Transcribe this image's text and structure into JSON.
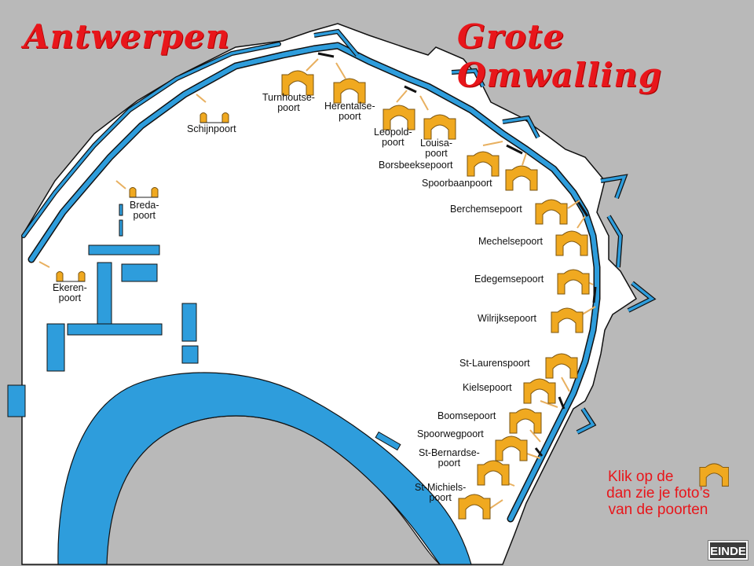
{
  "header": {
    "title_left": "Antwerpen",
    "title_right": "Grote Omwalling"
  },
  "colors": {
    "background": "#b9b9b9",
    "land": "#ffffff",
    "water": "#2e9ddc",
    "gate_icon": "#f0a920",
    "title": "#e8161b",
    "arrow": "#e8b060"
  },
  "gates": [
    {
      "id": "schijnpoort",
      "label_line1": "Schijnpoort",
      "label_line2": "",
      "icon": "twin-pillar-gate-icon"
    },
    {
      "id": "turnhoutsepoort",
      "label_line1": "Turnhoutse-",
      "label_line2": "poort",
      "icon": "arch-gate-icon"
    },
    {
      "id": "herentalsepoort",
      "label_line1": "Herentalse-",
      "label_line2": "poort",
      "icon": "arch-gate-icon"
    },
    {
      "id": "leopoldpoort",
      "label_line1": "Leopold-",
      "label_line2": "poort",
      "icon": "arch-gate-icon"
    },
    {
      "id": "louisapoort",
      "label_line1": "Louisa-",
      "label_line2": "poort",
      "icon": "arch-gate-icon"
    },
    {
      "id": "borsbeeksepoort",
      "label_line1": "Borsbeeksepoort",
      "label_line2": "",
      "icon": "arch-gate-icon"
    },
    {
      "id": "spoorbaanpoort",
      "label_line1": "Spoorbaanpoort",
      "label_line2": "",
      "icon": "arch-gate-icon"
    },
    {
      "id": "berchemsepoort",
      "label_line1": "Berchemsepoort",
      "label_line2": "",
      "icon": "arch-gate-icon"
    },
    {
      "id": "mechelsepoort",
      "label_line1": "Mechelsepoort",
      "label_line2": "",
      "icon": "arch-gate-icon"
    },
    {
      "id": "edegemsepoort",
      "label_line1": "Edegemsepoort",
      "label_line2": "",
      "icon": "arch-gate-icon"
    },
    {
      "id": "wilrijksepoort",
      "label_line1": "Wilrijksepoort",
      "label_line2": "",
      "icon": "arch-gate-icon"
    },
    {
      "id": "st-laurenspoort",
      "label_line1": "St-Laurenspoort",
      "label_line2": "",
      "icon": "arch-gate-icon"
    },
    {
      "id": "kielsepoort",
      "label_line1": "Kielsepoort",
      "label_line2": "",
      "icon": "arch-gate-icon"
    },
    {
      "id": "boomsepoort",
      "label_line1": "Boomsepoort",
      "label_line2": "",
      "icon": "arch-gate-icon"
    },
    {
      "id": "spoorwegpoort",
      "label_line1": "Spoorwegpoort",
      "label_line2": "",
      "icon": "arch-gate-icon"
    },
    {
      "id": "st-bernardsepoort",
      "label_line1": "St-Bernardse-",
      "label_line2": "poort",
      "icon": "arch-gate-icon"
    },
    {
      "id": "st-michielspoort",
      "label_line1": "St-Michiels-",
      "label_line2": "poort",
      "icon": "arch-gate-icon"
    },
    {
      "id": "bredapoort",
      "label_line1": "Breda-",
      "label_line2": "poort",
      "icon": "twin-pillar-gate-icon"
    },
    {
      "id": "ekerenpoort",
      "label_line1": "Ekeren-",
      "label_line2": "poort",
      "icon": "twin-pillar-gate-icon"
    }
  ],
  "hint": {
    "line1": "Klik op de",
    "line2": "dan zie je foto’s",
    "line3": "van de poorten"
  },
  "footer": {
    "end_button": "EINDE"
  }
}
